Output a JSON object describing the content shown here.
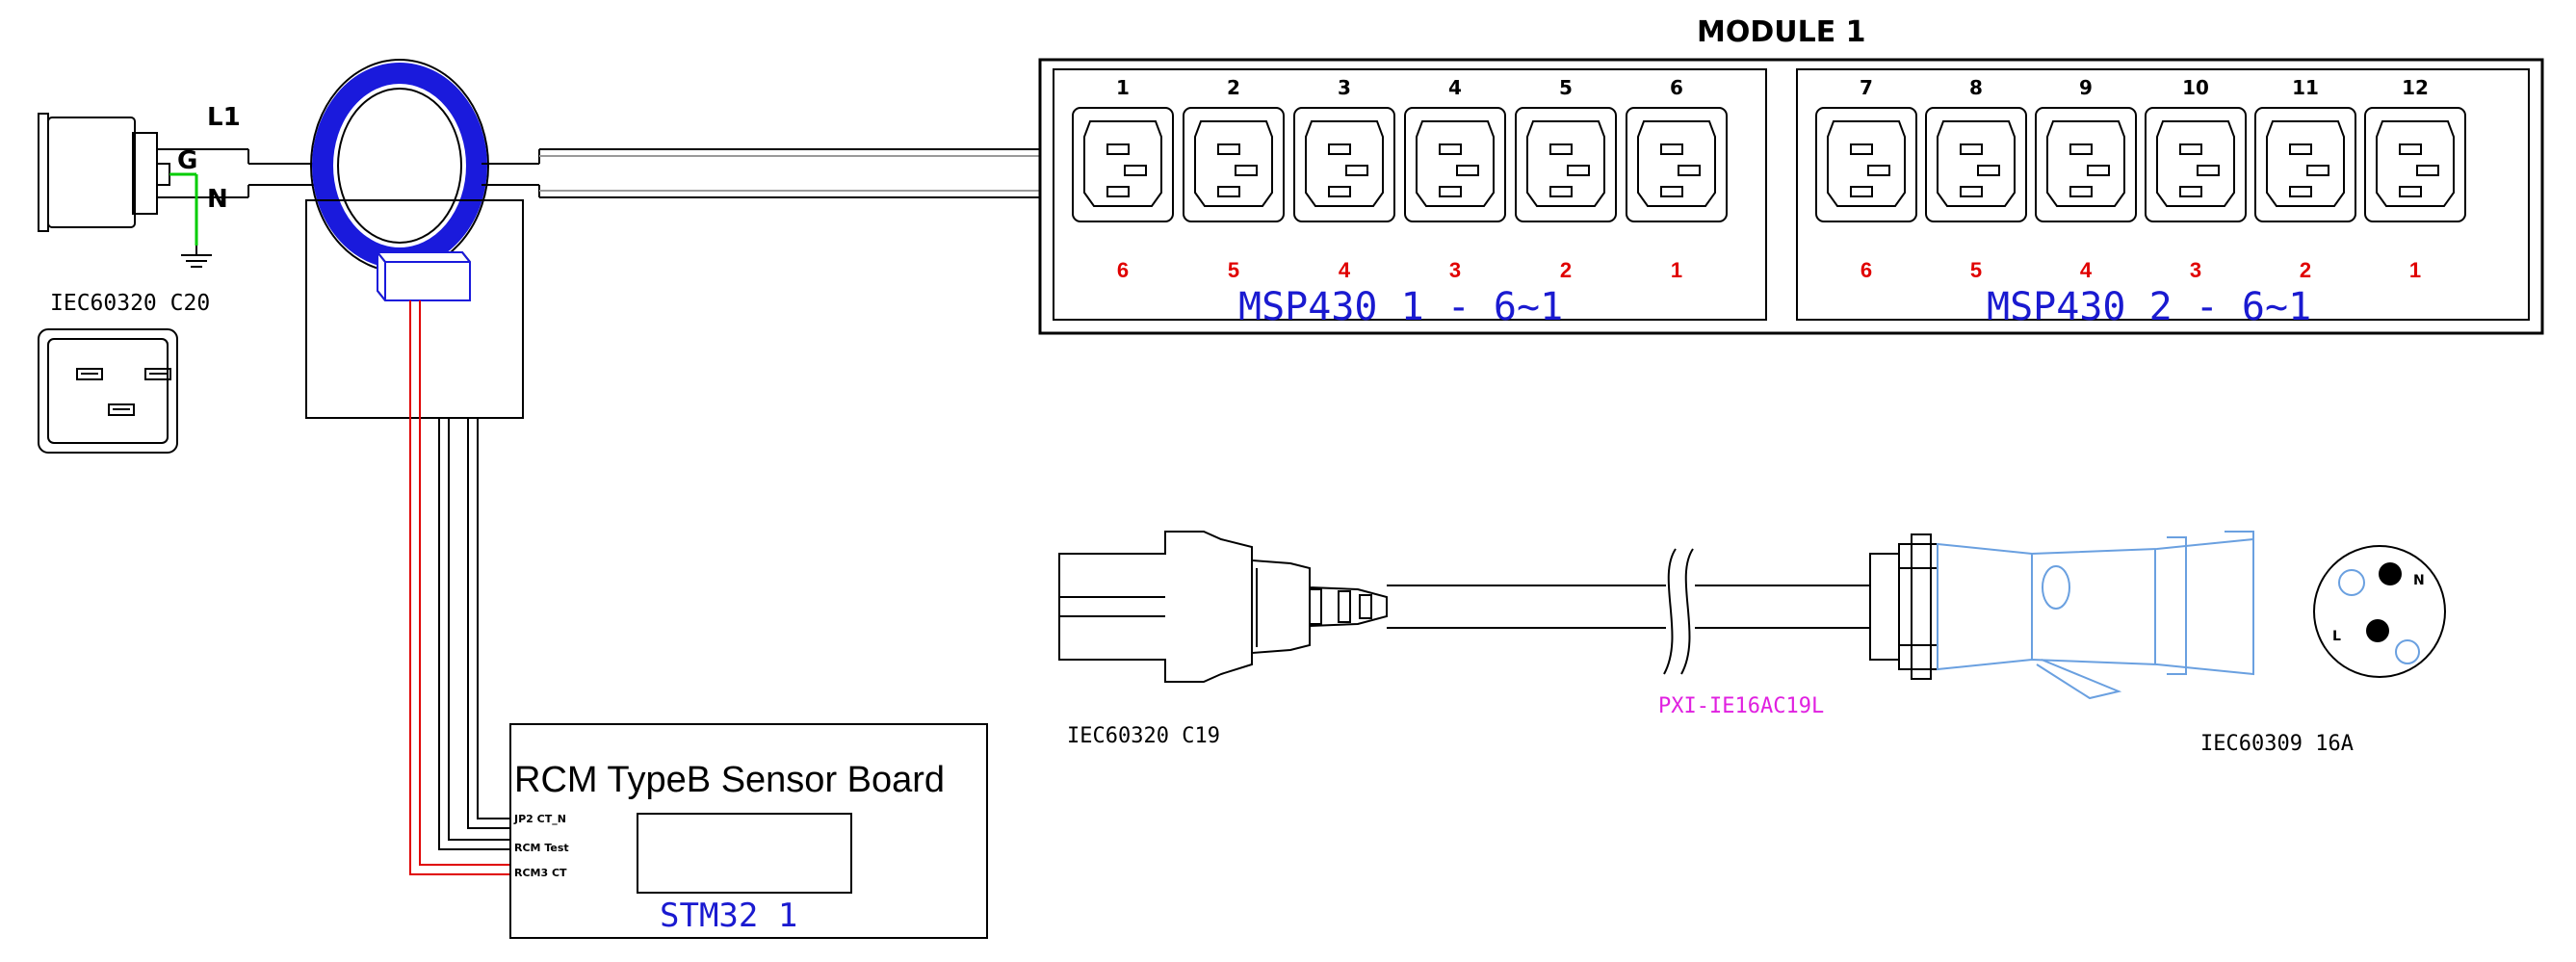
{
  "inlet": {
    "label": "IEC60320 C20",
    "l1": "L1",
    "g": "G",
    "n": "N"
  },
  "module": {
    "title": "MODULE 1",
    "bank1": {
      "label": "MSP430 1 - 6~1",
      "outlet_numbers": [
        "1",
        "2",
        "3",
        "4",
        "5",
        "6"
      ],
      "channel_numbers": [
        "6",
        "5",
        "4",
        "3",
        "2",
        "1"
      ]
    },
    "bank2": {
      "label": "MSP430 2 - 6~1",
      "outlet_numbers": [
        "7",
        "8",
        "9",
        "10",
        "11",
        "12"
      ],
      "channel_numbers": [
        "6",
        "5",
        "4",
        "3",
        "2",
        "1"
      ]
    }
  },
  "sensor_board": {
    "title": "RCM TypeB Sensor Board",
    "mcu_label": "STM32 1",
    "pins": [
      "JP2 CT_N",
      "RCM Test",
      "RCM3 CT"
    ]
  },
  "cable": {
    "c19_label": "IEC60320 C19",
    "part_label": "PXI-IE16AC19L",
    "plug_label": "IEC60309 16A"
  },
  "colors": {
    "ct_ring": "#1a1adc",
    "signal_wire": "#e00000",
    "ground_wire": "#00cc00",
    "plug_outline": "#6aa0e0",
    "part_text": "#e020e0"
  }
}
